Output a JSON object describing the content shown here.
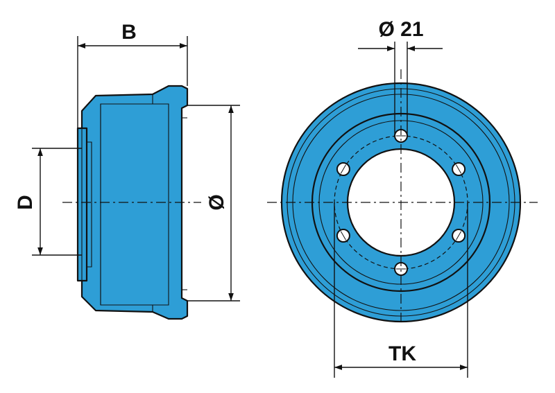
{
  "drawing": {
    "part_fill": "#2e9ed6",
    "line_color": "#111111",
    "labels": {
      "width": "B",
      "hub_diameter": "D",
      "diameter": "Ø",
      "hole_diameter": "Ø 21",
      "bolt_circle": "TK"
    },
    "bolt_holes": 6
  }
}
